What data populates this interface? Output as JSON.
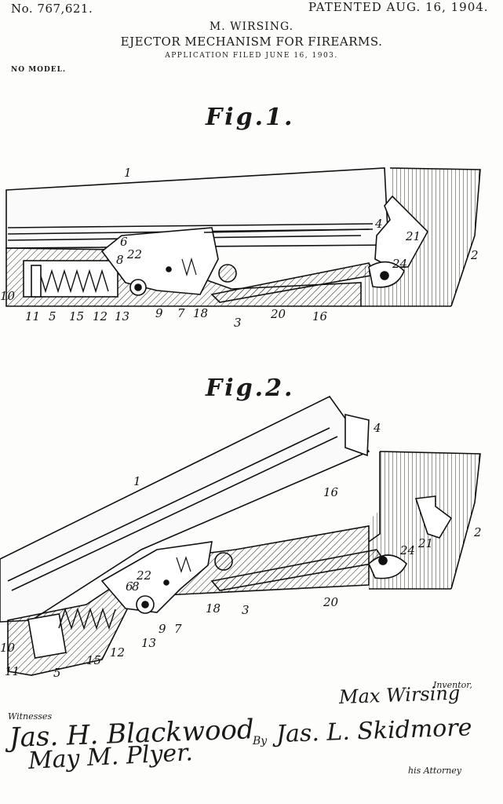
{
  "header": {
    "patent_number": "No. 767,621.",
    "patent_date": "PATENTED AUG. 16, 1904.",
    "inventor": "M. WIRSING.",
    "title": "EJECTOR MECHANISM FOR FIREARMS.",
    "application": "APPLICATION FILED JUNE 16, 1903.",
    "model": "NO MODEL."
  },
  "figures": [
    {
      "title": "Fig.1.",
      "labels": [
        "1",
        "2",
        "4",
        "21",
        "24",
        "6",
        "8",
        "22",
        "10",
        "11",
        "5",
        "15",
        "12",
        "13",
        "9",
        "7",
        "18",
        "3",
        "20",
        "16"
      ]
    },
    {
      "title": "Fig.2.",
      "labels": [
        "4",
        "1",
        "16",
        "2",
        "21",
        "24",
        "6",
        "22",
        "8",
        "10",
        "11",
        "5",
        "15",
        "12",
        "13",
        "9",
        "7",
        "18",
        "3",
        "20"
      ]
    }
  ],
  "signatures": {
    "inventor_label": "Inventor,",
    "inventor": "Max Wirsing",
    "witnesses_label": "Witnesses",
    "witness_1": "Jas. H. Blackwood",
    "witness_2": "May M. Plyer.",
    "by_label": "By",
    "attorney": "Jas. L. Skidmore",
    "attorney_label": "his Attorney"
  }
}
